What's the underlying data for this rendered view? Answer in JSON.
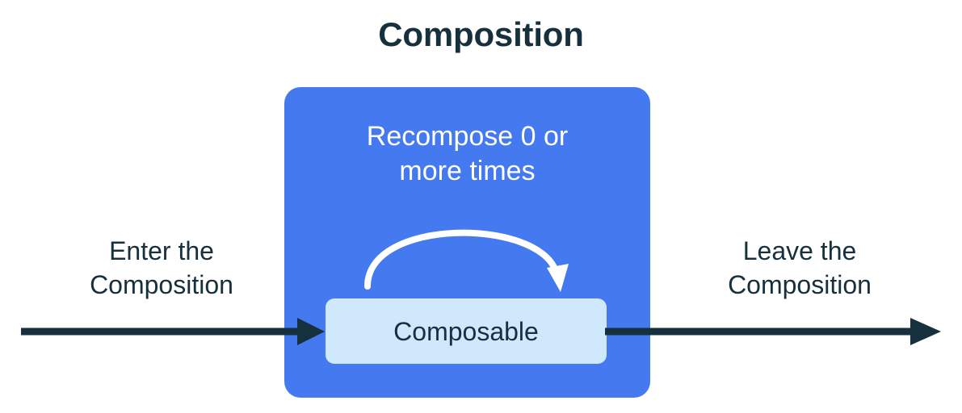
{
  "diagram": {
    "title": "Composition",
    "background_color": "#ffffff",
    "colors": {
      "title_text": "#17303d",
      "composition_fill": "#4479f0",
      "composable_fill": "#d0e8fb",
      "composable_text": "#17303d",
      "recompose_text": "#ffffff",
      "recompose_arrow": "#ffffff",
      "flow_arrow": "#17303d",
      "side_label_text": "#17303d"
    },
    "composition_box": {
      "name": "Composition",
      "recompose_caption": {
        "line1": "Recompose 0 or",
        "line2": "more times"
      },
      "recompose_arrow_icon": "recompose-loop-arrow-icon",
      "composable_node": {
        "label": "Composable"
      }
    },
    "flow": {
      "enter": {
        "label_line1": "Enter the",
        "label_line2": "Composition",
        "arrow_icon": "arrow-right-icon"
      },
      "leave": {
        "label_line1": "Leave the",
        "label_line2": "Composition",
        "arrow_icon": "arrow-right-icon"
      }
    }
  }
}
